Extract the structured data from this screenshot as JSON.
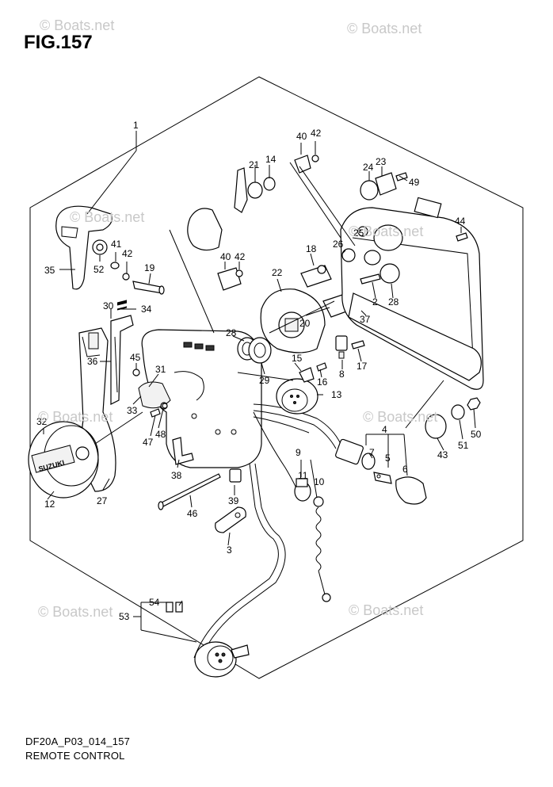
{
  "figure": {
    "title": "FIG.157",
    "code": "DF20A_P03_014_157",
    "name": "REMOTE CONTROL"
  },
  "watermark": {
    "text": "© Boats.net"
  },
  "brand_label": "SUZUKI",
  "callouts": [
    "1",
    "2",
    "3",
    "4",
    "5",
    "6",
    "7",
    "8",
    "9",
    "10",
    "11",
    "12",
    "13",
    "14",
    "15",
    "16",
    "17",
    "18",
    "19",
    "20",
    "21",
    "22",
    "23",
    "24",
    "25",
    "26",
    "27",
    "28",
    "29",
    "30",
    "31",
    "32",
    "33",
    "34",
    "35",
    "36",
    "37",
    "38",
    "39",
    "40",
    "41",
    "42",
    "43",
    "44",
    "45",
    "46",
    "47",
    "48",
    "49",
    "50",
    "51",
    "52",
    "53",
    "54"
  ]
}
